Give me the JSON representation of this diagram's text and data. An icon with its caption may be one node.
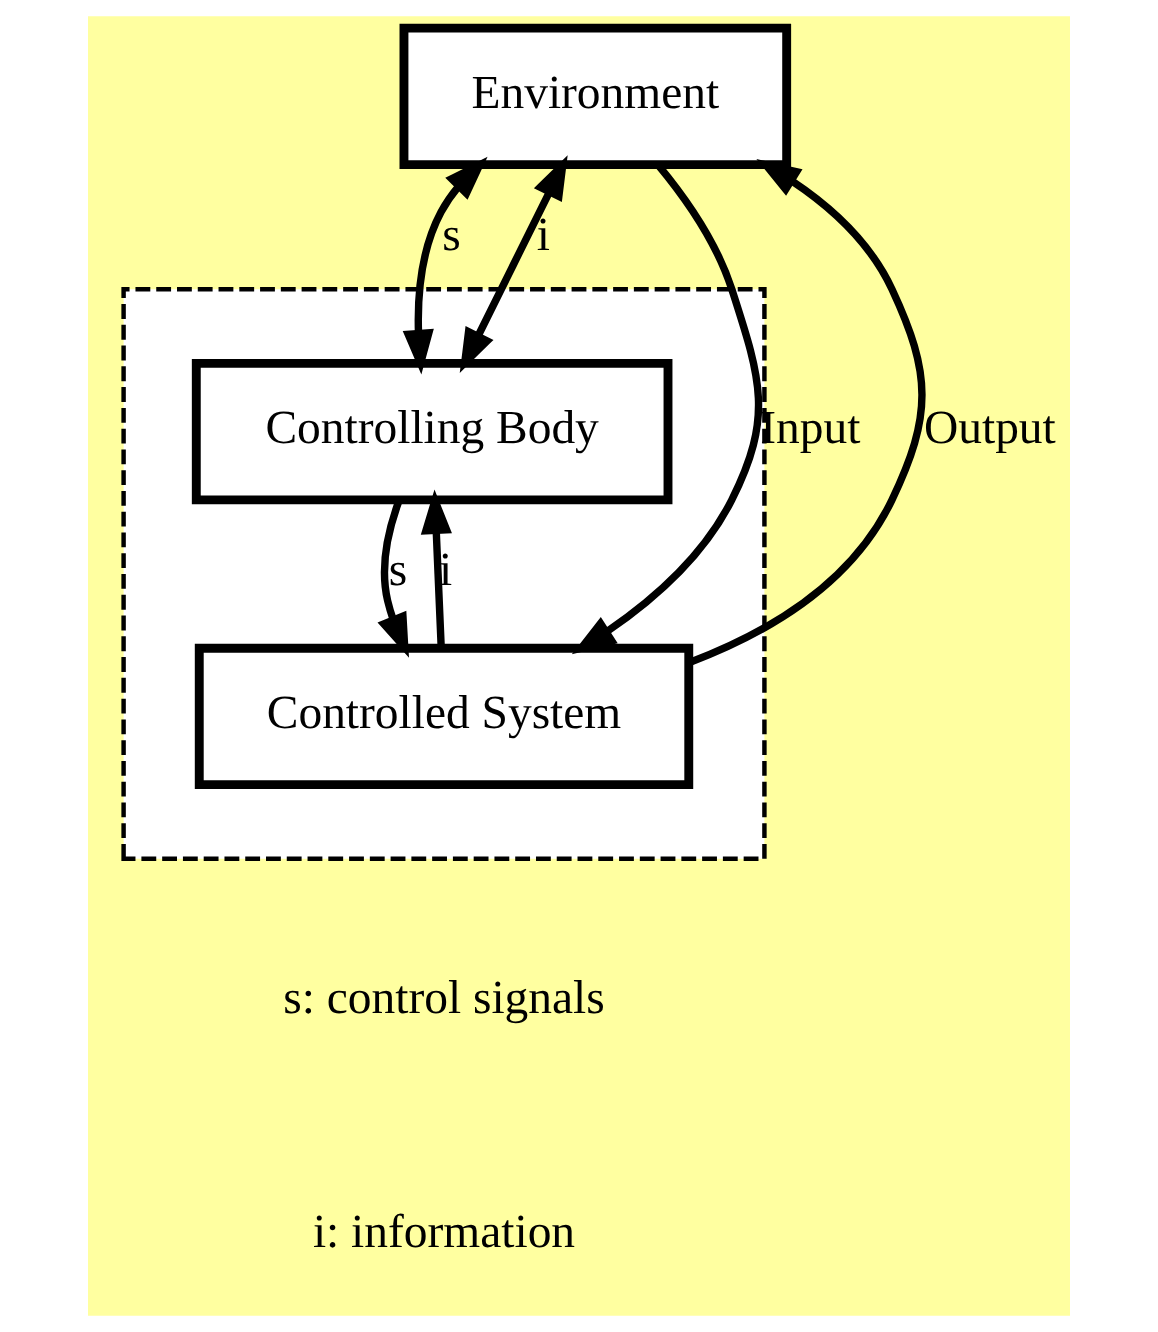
{
  "diagram": {
    "nodes": [
      {
        "text": [
          "Environment"
        ]
      },
      {
        "text": [],
        "shape": "box"
      },
      {
        "text": [
          "Controlling Body"
        ],
        "in": 1
      },
      {
        "text": [
          "Controlled System"
        ],
        "in": 1
      }
    ],
    "edges": [
      {
        "from": 0,
        "to": 2,
        "arrow": "both",
        "label": "s"
      },
      {
        "from": 0,
        "to": 2,
        "arrow": "both",
        "label": "i"
      },
      {
        "from": 2,
        "to": 3,
        "arrow": "to",
        "label": "s"
      },
      {
        "from": 3,
        "to": 2,
        "arrow": "to",
        "label": "i"
      },
      {
        "from": 0,
        "to": 3,
        "arrow": "to",
        "label": "Input"
      },
      {
        "from": 3,
        "to": 0,
        "arrow": "to",
        "label": "Output"
      }
    ],
    "labels": [
      "s: control signals",
      "i: information"
    ]
  }
}
